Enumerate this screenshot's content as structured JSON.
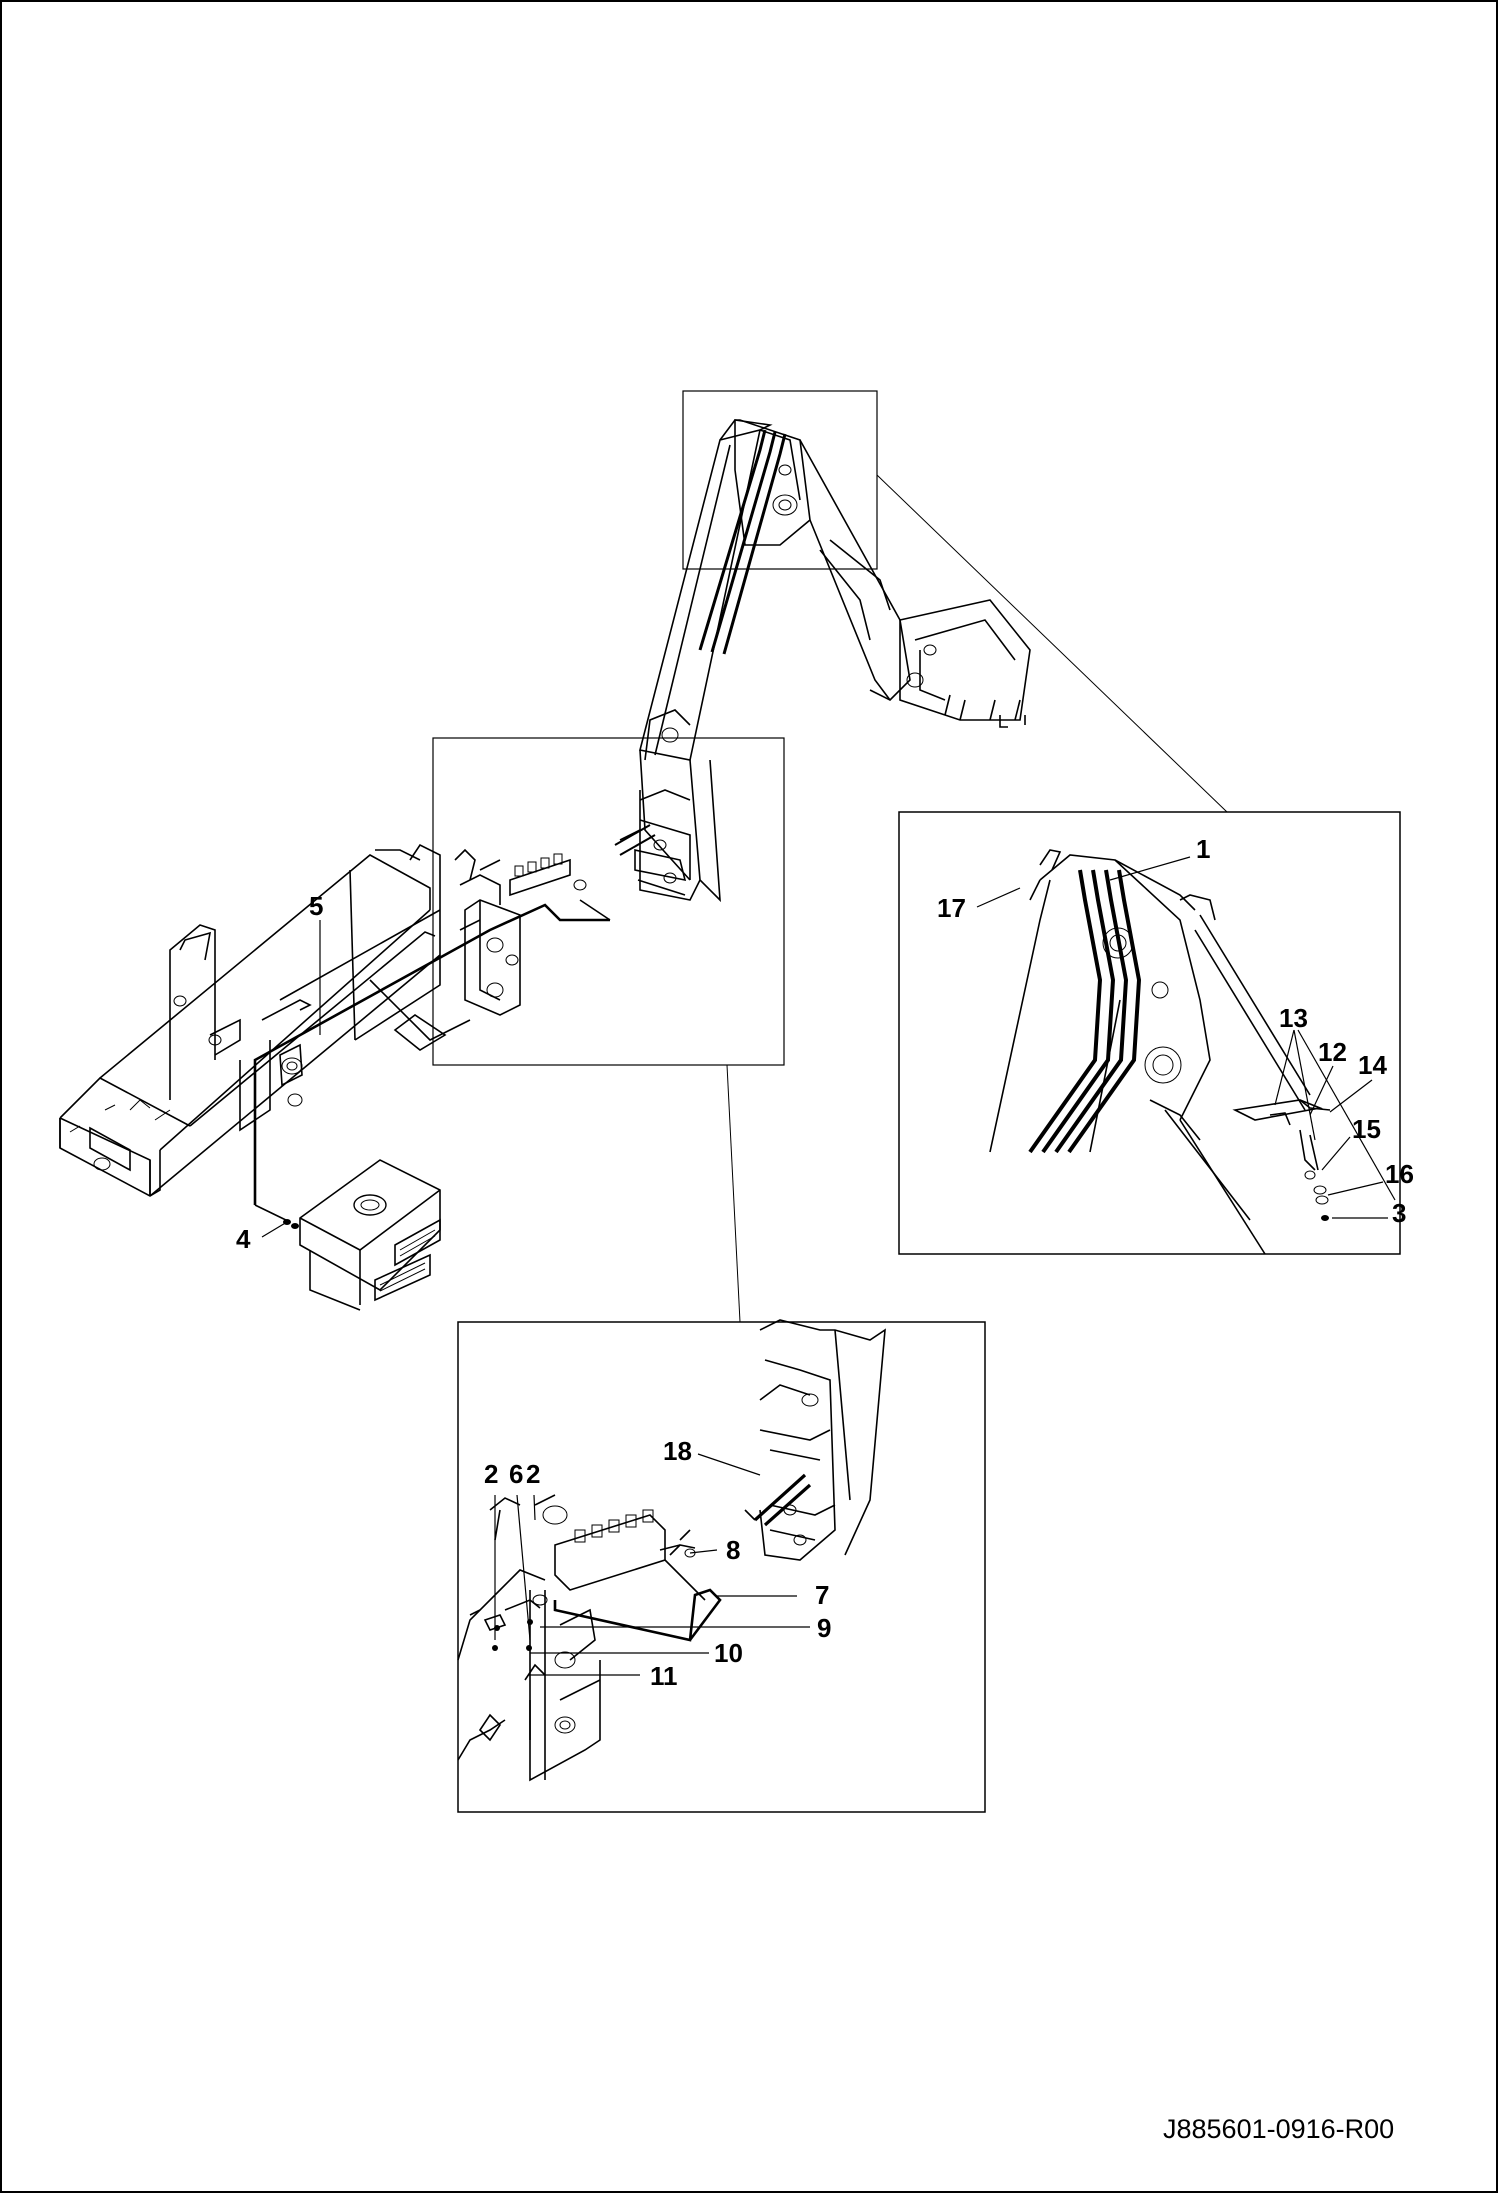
{
  "drawing_code": "J885601-0916-R00",
  "callouts": {
    "c1": "1",
    "c2a": "2",
    "c2b": "2",
    "c3": "3",
    "c4": "4",
    "c5": "5",
    "c6": "6",
    "c7": "7",
    "c8": "8",
    "c9": "9",
    "c10": "10",
    "c11": "11",
    "c12": "12",
    "c13": "13",
    "c14": "14",
    "c15": "15",
    "c16": "16",
    "c17": "17",
    "c18": "18"
  }
}
